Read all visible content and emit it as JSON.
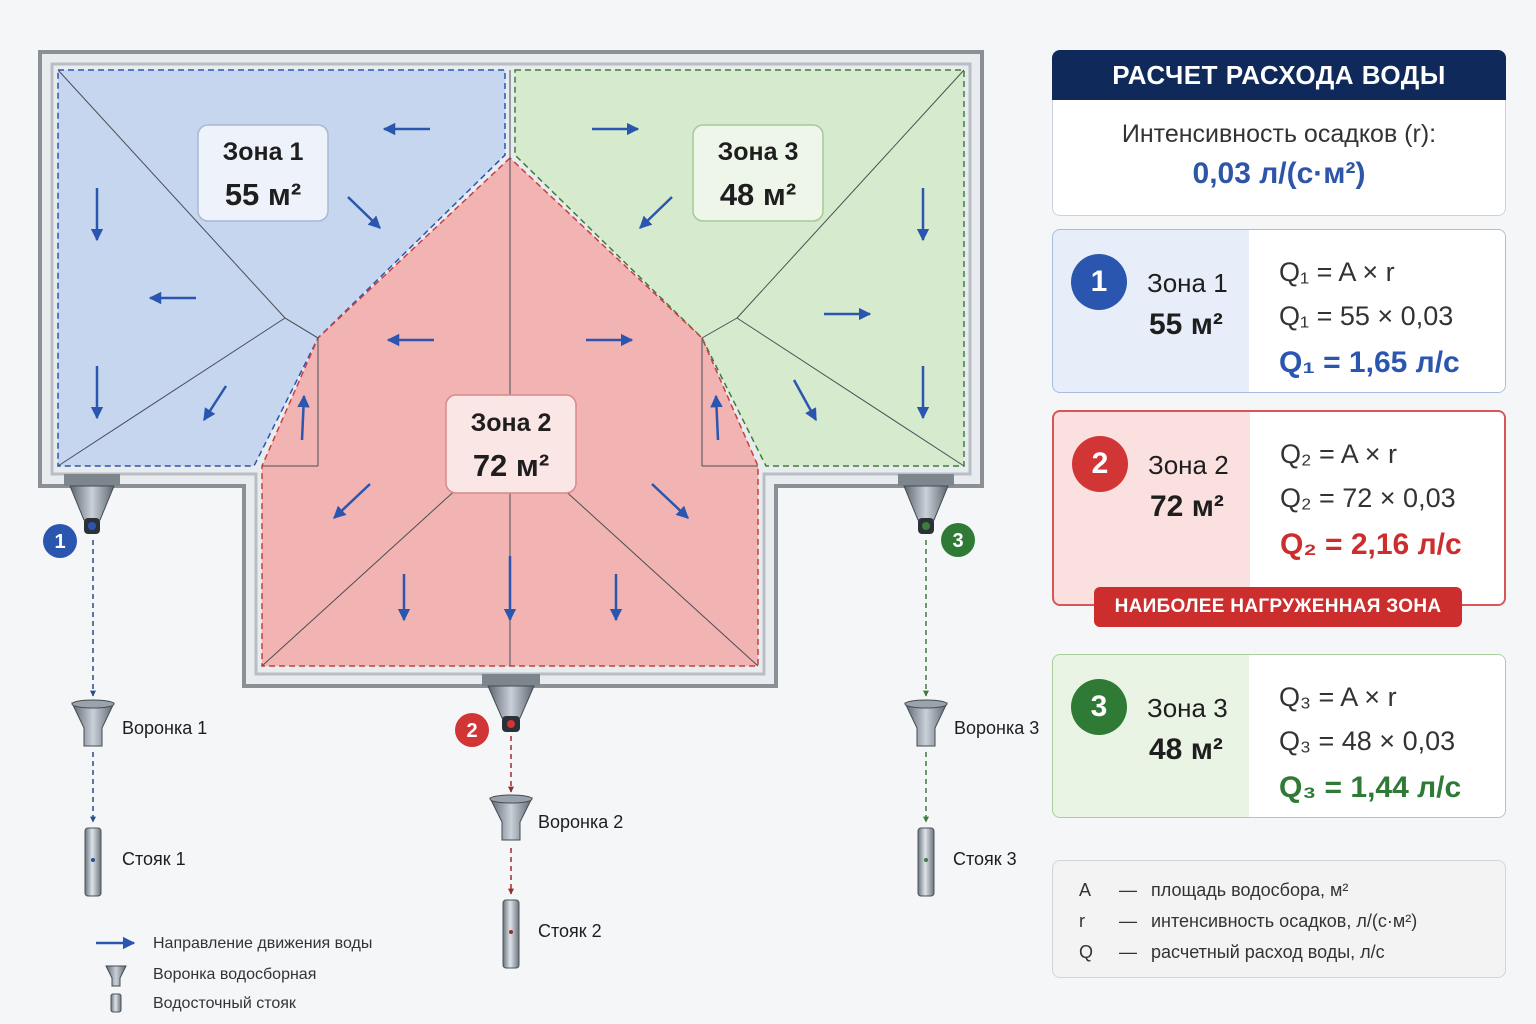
{
  "diagram": {
    "zones": [
      {
        "id": "1",
        "label": "Зона 1",
        "area": "55 м²",
        "color": "#2a56b0"
      },
      {
        "id": "2",
        "label": "Зона 2",
        "area": "72 м²",
        "color": "#d23535"
      },
      {
        "id": "3",
        "label": "Зона 3",
        "area": "48 м²",
        "color": "#2f7a35"
      }
    ],
    "funnels": [
      "Воронка 1",
      "Воронка 2",
      "Воронка 3"
    ],
    "risers": [
      "Стояк 1",
      "Стояк 2",
      "Стояк 3"
    ],
    "legend": {
      "arrow": "Направление движения воды",
      "funnel": "Воронка водосборная",
      "riser": "Водосточный стояк"
    }
  },
  "panel": {
    "title": "РАСЧЕТ РАСХОДА ВОДЫ",
    "intensity_label": "Интенсивность осадков (r):",
    "intensity_value": "0,03 л/(с·м²)",
    "zones": [
      {
        "num": "1",
        "label": "Зона 1",
        "area": "55 м²",
        "f1": "Q₁ = A × r",
        "f2": "Q₁ = 55 × 0,03",
        "result": "Q₁ = 1,65 л/с"
      },
      {
        "num": "2",
        "label": "Зона 2",
        "area": "72 м²",
        "f1": "Q₂ = A × r",
        "f2": "Q₂ = 72 × 0,03",
        "result": "Q₂ = 2,16 л/с"
      },
      {
        "num": "3",
        "label": "Зона 3",
        "area": "48 м²",
        "f1": "Q₃ = A × r",
        "f2": "Q₃ = 48 × 0,03",
        "result": "Q₃ = 1,44 л/с"
      }
    ],
    "badge": "НАИБОЛЕЕ НАГРУЖЕННАЯ ЗОНА",
    "legend": [
      {
        "sym": "A",
        "dash": "—",
        "text": "площадь водосбора, м²"
      },
      {
        "sym": "r",
        "dash": "—",
        "text": "интенсивность осадков, л/(с·м²)"
      },
      {
        "sym": "Q",
        "dash": "—",
        "text": "расчетный расход воды, л/с"
      }
    ]
  }
}
